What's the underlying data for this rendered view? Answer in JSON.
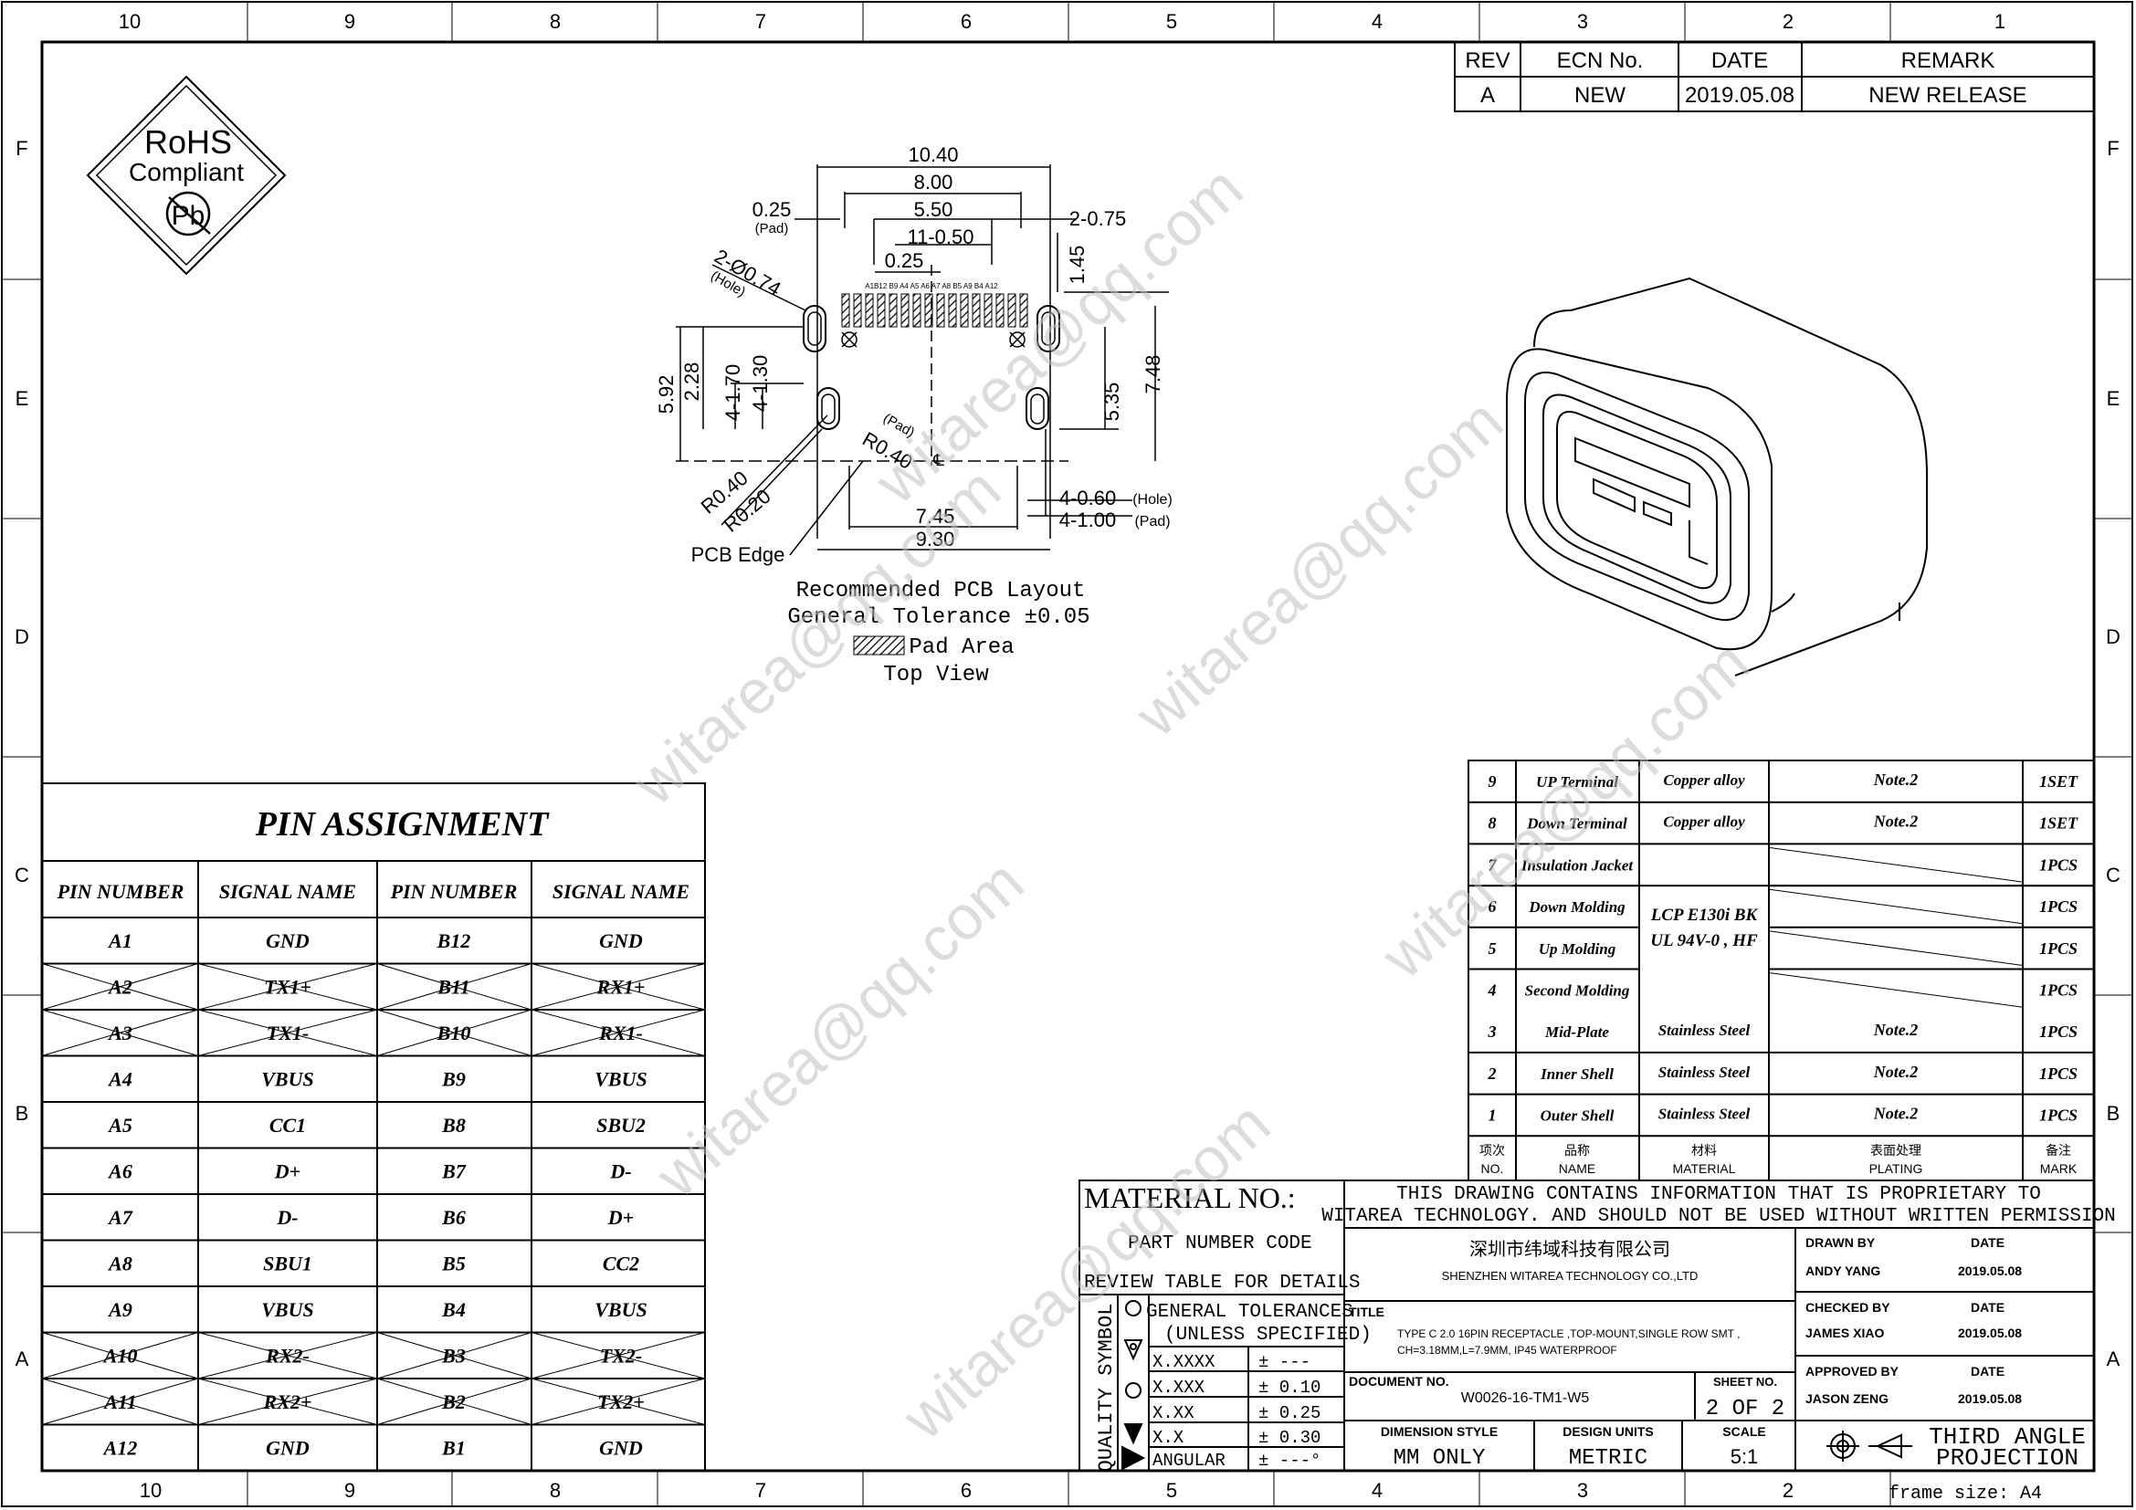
{
  "frame": {
    "columns": [
      "10",
      "9",
      "8",
      "7",
      "6",
      "5",
      "4",
      "3",
      "2",
      "1"
    ],
    "rows": [
      "F",
      "E",
      "D",
      "C",
      "B",
      "A"
    ]
  },
  "revision_table": {
    "headers": [
      "REV",
      "ECN No.",
      "DATE",
      "REMARK"
    ],
    "row": [
      "A",
      "NEW",
      "2019.05.08",
      "NEW RELEASE"
    ]
  },
  "rohs": {
    "line1": "RoHS",
    "line2": "Compliant",
    "symbol": "Pb"
  },
  "pcb_layout": {
    "dimensions": {
      "d1040": "10.40",
      "d800": "8.00",
      "d550": "5.50",
      "d1150": "11-0.50",
      "d025pad": "0.25",
      "pad_label": "(Pad)",
      "d025": "0.25",
      "d275": "2-0.75",
      "d145": "1.45",
      "d074": "2-Ø0.74",
      "hole_label": "(Hole)",
      "d592": "5.92",
      "d228": "2.28",
      "d170": "4-1.70",
      "d130": "4-1.30",
      "r040": "R0.40",
      "r040b": "R0.40",
      "r020": "R0.20",
      "pad_label2": "(Pad)",
      "d535": "5.35",
      "d748": "7.48",
      "d745": "7.45",
      "d930": "9.30",
      "d460": "4-0.60",
      "hole_label2": "(Hole)",
      "d4100": "4-1.00",
      "pad_label3": "(Pad)",
      "cl": "℄",
      "pcb_edge": "PCB Edge",
      "pin_labels": "A1B12 B9 A4 A5 A6 A7 A8 B5 A9 B4 A12"
    },
    "caption": [
      "Recommended PCB Layout",
      "General Tolerance ±0.05",
      "Pad Area",
      "Top View"
    ]
  },
  "watermark": "witarea@qq.com",
  "pin_assignment": {
    "title": "PIN ASSIGNMENT",
    "headers": [
      "PIN NUMBER",
      "SIGNAL NAME",
      "PIN NUMBER",
      "SIGNAL NAME"
    ],
    "rows": [
      {
        "a": "A1",
        "s1": "GND",
        "b": "B12",
        "s2": "GND",
        "crossed": false
      },
      {
        "a": "A2",
        "s1": "TX1+",
        "b": "B11",
        "s2": "RX1+",
        "crossed": true
      },
      {
        "a": "A3",
        "s1": "TX1-",
        "b": "B10",
        "s2": "RX1-",
        "crossed": true
      },
      {
        "a": "A4",
        "s1": "VBUS",
        "b": "B9",
        "s2": "VBUS",
        "crossed": false
      },
      {
        "a": "A5",
        "s1": "CC1",
        "b": "B8",
        "s2": "SBU2",
        "crossed": false
      },
      {
        "a": "A6",
        "s1": "D+",
        "b": "B7",
        "s2": "D-",
        "crossed": false
      },
      {
        "a": "A7",
        "s1": "D-",
        "b": "B6",
        "s2": "D+",
        "crossed": false
      },
      {
        "a": "A8",
        "s1": "SBU1",
        "b": "B5",
        "s2": "CC2",
        "crossed": false
      },
      {
        "a": "A9",
        "s1": "VBUS",
        "b": "B4",
        "s2": "VBUS",
        "crossed": false
      },
      {
        "a": "A10",
        "s1": "RX2-",
        "b": "B3",
        "s2": "TX2-",
        "crossed": true
      },
      {
        "a": "A11",
        "s1": "RX2+",
        "b": "B2",
        "s2": "TX2+",
        "crossed": true
      },
      {
        "a": "A12",
        "s1": "GND",
        "b": "B1",
        "s2": "GND",
        "crossed": false
      }
    ]
  },
  "bom": {
    "rows": [
      {
        "no": "9",
        "name": "UP Terminal",
        "material": "Copper alloy",
        "plating": "Note.2",
        "qty": "1SET"
      },
      {
        "no": "8",
        "name": "Down Terminal",
        "material": "Copper alloy",
        "plating": "Note.2",
        "qty": "1SET"
      },
      {
        "no": "7",
        "name": "Insulation Jacket",
        "material": "",
        "plating": "",
        "qty": "1PCS"
      },
      {
        "no": "6",
        "name": "Down Molding",
        "material": "",
        "plating": "",
        "qty": "1PCS"
      },
      {
        "no": "5",
        "name": "Up Molding",
        "material": "",
        "plating": "",
        "qty": "1PCS"
      },
      {
        "no": "4",
        "name": "Second Molding",
        "material": "",
        "plating": "",
        "qty": "1PCS"
      },
      {
        "no": "3",
        "name": "Mid-Plate",
        "material": "Stainless Steel",
        "plating": "Note.2",
        "qty": "1PCS"
      },
      {
        "no": "2",
        "name": "Inner Shell",
        "material": "Stainless Steel",
        "plating": "Note.2",
        "qty": "1PCS"
      },
      {
        "no": "1",
        "name": "Outer Shell",
        "material": "Stainless Steel",
        "plating": "Note.2",
        "qty": "1PCS"
      }
    ],
    "lcp_material": [
      "LCP E130i BK",
      "UL 94V-0 , HF"
    ],
    "header": {
      "no_cn": "项次",
      "no_en": "NO.",
      "name_cn": "品称",
      "name_en": "NAME",
      "material_cn": "材料",
      "material_en": "MATERIAL",
      "plating_cn": "表面处理",
      "plating_en": "PLATING",
      "mark_cn": "备注",
      "mark_en": "MARK"
    }
  },
  "title_block": {
    "material_no": "MATERIAL NO.:",
    "part_code": "PART NUMBER CODE",
    "review": "REVIEW TABLE FOR DETAILS",
    "proprietary": [
      "THIS DRAWING CONTAINS INFORMATION THAT IS PROPRIETARY TO",
      "WITAREA TECHNOLOGY. AND SHOULD NOT BE USED WITHOUT WRITTEN PERMISSION"
    ],
    "company_cn": "深圳市纬域科技有限公司",
    "company_en": "SHENZHEN WITAREA TECHNOLOGY CO.,LTD",
    "quality_symbol": "QUALITY SYMBOL",
    "gen_tol": [
      "GENERAL TOLERANCES",
      "(UNLESS SPECIFIED)"
    ],
    "tolerances": [
      {
        "k": "X.XXXX",
        "v": "± ---"
      },
      {
        "k": "X.XXX",
        "v": "± 0.10"
      },
      {
        "k": "X.XX",
        "v": "± 0.25"
      },
      {
        "k": "X.X",
        "v": "± 0.30"
      },
      {
        "k": "ANGULAR",
        "v": "± ---°"
      }
    ],
    "title_label": "TITLE",
    "title_text": [
      "TYPE C 2.0 16PIN RECEPTACLE ,TOP-MOUNT,SINGLE ROW SMT ,",
      "CH=3.18MM,L=7.9MM, IP45 WATERPROOF"
    ],
    "document_label": "DOCUMENT NO.",
    "document_no": "W0026-16-TM1-W5",
    "sheet_label": "SHEET NO.",
    "sheet_no": "2 OF 2",
    "dim_style_label": "DIMENSION STYLE",
    "dim_style": "MM ONLY",
    "units_label": "DESIGN UNITS",
    "units": "METRIC",
    "scale_label": "SCALE",
    "scale": "5:1",
    "drawn_label": "DRAWN BY",
    "drawn_by": "ANDY YANG",
    "drawn_date": "2019.05.08",
    "checked_label": "CHECKED BY",
    "checked_by": "JAMES XIAO",
    "checked_date": "2019.05.08",
    "approved_label": "APPROVED BY",
    "approved_by": "JASON ZENG",
    "approved_date": "2019.05.08",
    "date_label": "DATE",
    "projection": [
      "THIRD ANGLE",
      "PROJECTION"
    ],
    "frame_size": "frame size: A4"
  }
}
